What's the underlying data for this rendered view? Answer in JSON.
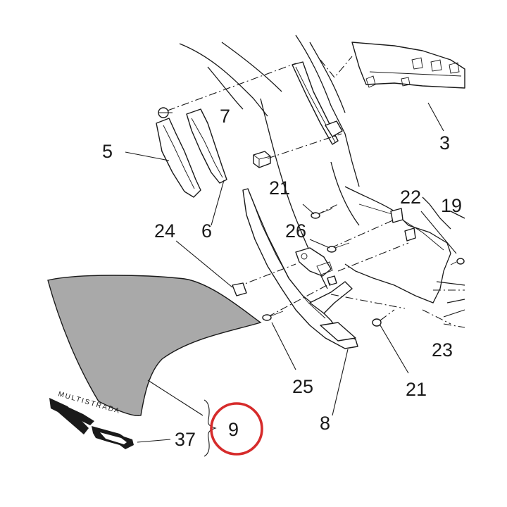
{
  "diagram": {
    "callouts": [
      "3",
      "5",
      "6",
      "7",
      "8",
      "9",
      "19",
      "21",
      "21",
      "22",
      "23",
      "24",
      "25",
      "26",
      "37"
    ],
    "decal_text": "MULTISTRADA",
    "highlight_color": "#d62b2b",
    "panel_color": "#a9a9a9"
  }
}
